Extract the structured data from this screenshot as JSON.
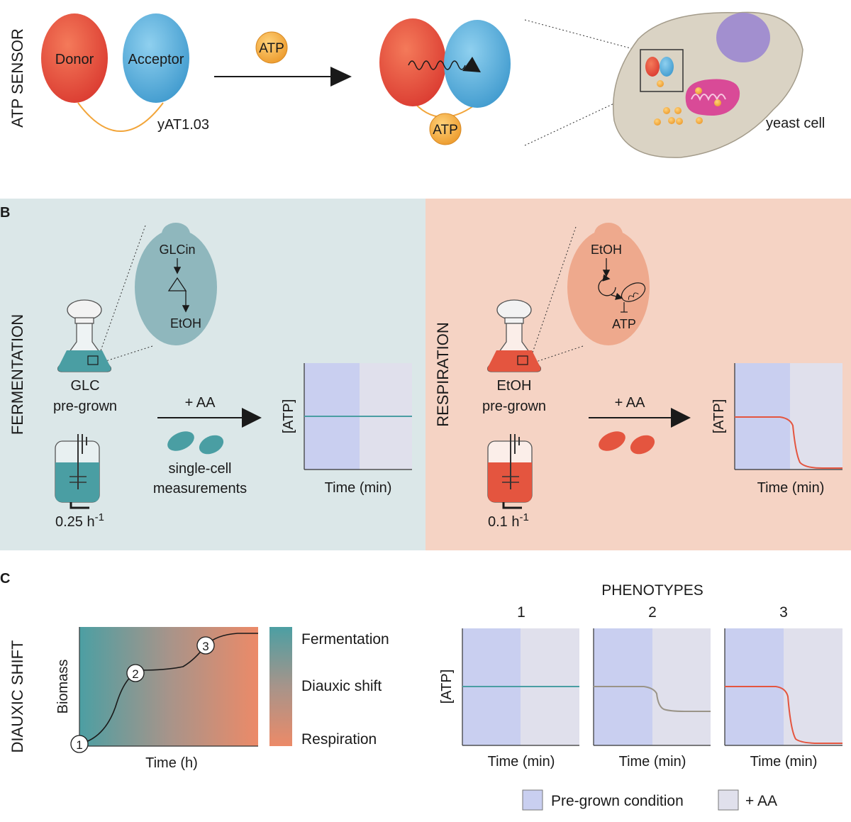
{
  "panel_a": {
    "section_label": "ATP SENSOR",
    "donor": "Donor",
    "acceptor": "Acceptor",
    "sensor_name": "yAT1.03",
    "atp_free": "ATP",
    "atp_bound": "ATP",
    "cell_label": "yeast cell"
  },
  "panel_b": {
    "letter": "B",
    "left": {
      "section_label": "FERMENTATION",
      "pathway_top": "GLCin",
      "pathway_bottom": "EtOH",
      "flask_line1": "GLC",
      "flask_line2": "pre-grown",
      "treatment": "+ AA",
      "measure_line1": "single-cell",
      "measure_line2": "measurements",
      "rate": "0.25 h",
      "rate_exp": "-1",
      "ylabel": "[ATP]",
      "xlabel": "Time (min)"
    },
    "right": {
      "section_label": "RESPIRATION",
      "pathway_top": "EtOH",
      "pathway_bottom": "ATP",
      "flask_line1": "EtOH",
      "flask_line2": "pre-grown",
      "treatment": "+ AA",
      "rate": "0.1 h",
      "rate_exp": "-1",
      "ylabel": "[ATP]",
      "xlabel": "Time (min)"
    }
  },
  "panel_c": {
    "letter": "C",
    "section_label": "DIAUXIC SHIFT",
    "growth_ylabel": "Biomass",
    "growth_xlabel": "Time (h)",
    "points": [
      "1",
      "2",
      "3"
    ],
    "scale_labels": [
      "Fermentation",
      "Diauxic shift",
      "Respiration"
    ],
    "phenotypes_title": "PHENOTYPES",
    "phenotype_numbers": [
      "1",
      "2",
      "3"
    ],
    "ylabel": "[ATP]",
    "xlabel": "Time (min)",
    "legend_pregrown": "Pre-grown condition",
    "legend_aa": "+ AA"
  },
  "colors": {
    "donor": "#e0483a",
    "acceptor": "#4aa6d6",
    "atp": "#f2a53a",
    "fermentation_bg": "#dbe7e8",
    "respiration_bg": "#f5d3c4",
    "teal": "#4a9ea3",
    "red": "#e4553f",
    "pregrown": "#c9cff0",
    "aa": "#e0e0ec"
  }
}
